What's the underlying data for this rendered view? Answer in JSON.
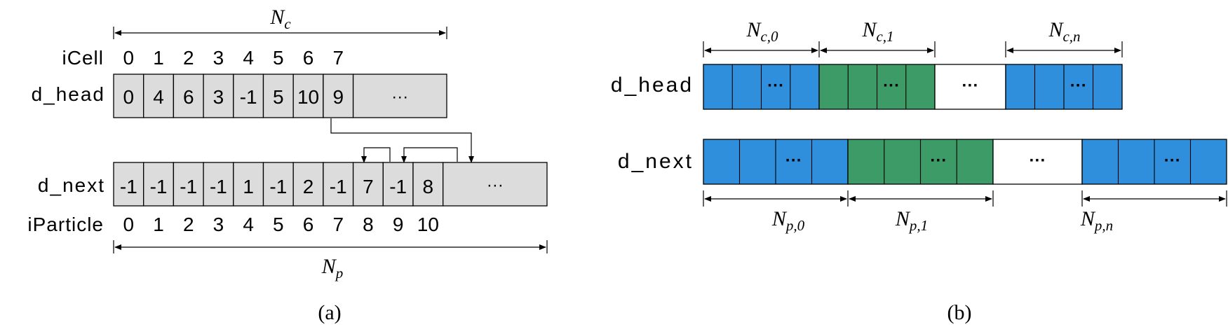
{
  "panel_a": {
    "nc_label": {
      "base": "N",
      "sub": "c"
    },
    "np_label": {
      "base": "N",
      "sub": "p"
    },
    "icell": {
      "label": "iCell",
      "indices": [
        "0",
        "1",
        "2",
        "3",
        "4",
        "5",
        "6",
        "7"
      ]
    },
    "d_head": {
      "label": "d_head",
      "values": [
        "0",
        "4",
        "6",
        "3",
        "-1",
        "5",
        "10",
        "9"
      ],
      "ellipsis": "···"
    },
    "d_next": {
      "label": "d_next",
      "values": [
        "-1",
        "-1",
        "-1",
        "-1",
        "1",
        "-1",
        "2",
        "-1",
        "7",
        "-1",
        "8"
      ],
      "ellipsis": "···"
    },
    "iparticle": {
      "label": "iParticle",
      "indices": [
        "0",
        "1",
        "2",
        "3",
        "4",
        "5",
        "6",
        "7",
        "8",
        "9",
        "10"
      ]
    },
    "caption": "(a)"
  },
  "panel_b": {
    "d_head_label": "d_head",
    "d_next_label": "d_next",
    "top_spans": [
      {
        "base": "N",
        "sub": "c,0"
      },
      {
        "base": "N",
        "sub": "c,1"
      },
      {
        "base": "N",
        "sub": "c,n"
      }
    ],
    "bottom_spans": [
      {
        "base": "N",
        "sub": "p,0"
      },
      {
        "base": "N",
        "sub": "p,1"
      },
      {
        "base": "N",
        "sub": "p,n"
      }
    ],
    "ellipsis": "···",
    "caption": "(b)"
  },
  "colors": {
    "cell_fill": "#dcdcdc",
    "blue": "#2f8fdc",
    "green": "#3c9b66",
    "stroke": "#000000"
  }
}
